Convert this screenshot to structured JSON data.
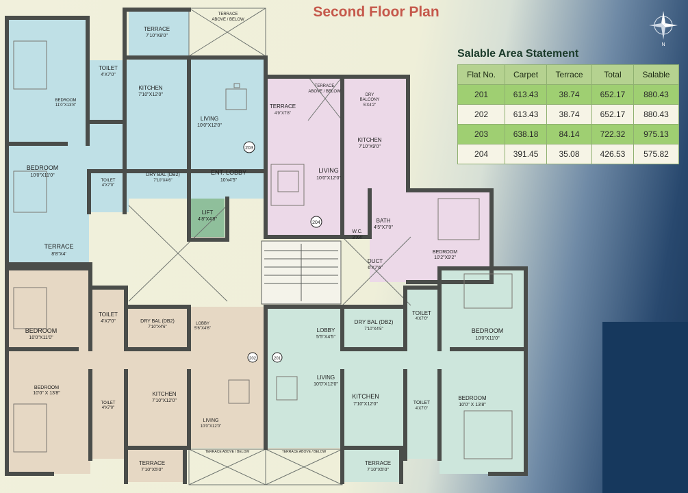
{
  "title": "Second Floor Plan",
  "area_statement": {
    "title": "Salable Area Statement",
    "headers": [
      "Flat No.",
      "Carpet",
      "Terrace",
      "Total",
      "Salable"
    ],
    "rows": [
      [
        "201",
        "613.43",
        "38.74",
        "652.17",
        "880.43"
      ],
      [
        "202",
        "613.43",
        "38.74",
        "652.17",
        "880.43"
      ],
      [
        "203",
        "638.18",
        "84.14",
        "722.32",
        "975.13"
      ],
      [
        "204",
        "391.45",
        "35.08",
        "426.53",
        "575.82"
      ]
    ]
  },
  "compass": {
    "north_label": "N"
  },
  "colors": {
    "flat_203": "#bfe0e6",
    "flat_204": "#ecd9e8",
    "flat_202": "#e6d8c4",
    "flat_201": "#cde6dc",
    "lift": "#8fbf9b",
    "wall": "#4a4d4a",
    "title": "#c5584b"
  },
  "rooms": {
    "terrace_top": {
      "name": "TERRACE",
      "dim": "7'10\"X8'0\""
    },
    "terrace_above_top": {
      "name": "TERRACE",
      "dim": "ABOVE / BELOW"
    },
    "bedroom_203a": {
      "name": "BEDROOM",
      "dim": "11'0\"X13'8\""
    },
    "toilet_203a": {
      "name": "TOILET",
      "dim": "4'X7'0\""
    },
    "kitchen_203": {
      "name": "KITCHEN",
      "dim": "7'10\"X12'0\""
    },
    "living_203": {
      "name": "LIVING",
      "dim": "10'0\"X12'0\""
    },
    "badge_203": "203",
    "bedroom_203b": {
      "name": "BEDROOM",
      "dim": "10'0\"X11'0\""
    },
    "toilet_203b": {
      "name": "TOILET",
      "dim": "4'X7'0\""
    },
    "drybal_203": {
      "name": "DRY BAL (DB2)",
      "dim": "7'10\"X4'6\""
    },
    "ent_lobby": {
      "name": "ENT. LOBBY",
      "dim": "10'x4'5\""
    },
    "terrace_203": {
      "name": "TERRACE",
      "dim": "8'8\"X4'"
    },
    "lift": {
      "name": "LIFT",
      "dim": "4'8\"X4'8\""
    },
    "terrace_204": {
      "name": "TERRACE",
      "dim": "4'9\"X7'8\""
    },
    "terrace_above_204": {
      "name": "TERRACE",
      "dim": "ABOVE / BELOW"
    },
    "dry_balcony_204": {
      "name": "DRY",
      "dim": "BALCONY",
      "dim2": "5'X4'2\""
    },
    "kitchen_204": {
      "name": "KITCHEN",
      "dim": "7'10\"X9'0\""
    },
    "living_204": {
      "name": "LIVING",
      "dim": "10'0\"X12'0\""
    },
    "badge_204": "204",
    "wc_204": {
      "name": "W.C.",
      "dim": "3'X4'"
    },
    "bath_204": {
      "name": "BATH",
      "dim": "4'5\"X7'0\""
    },
    "bedroom_204": {
      "name": "BEDROOM",
      "dim": "10'2\"X9'2\""
    },
    "duct": {
      "name": "DUCT",
      "dim": "6'X7'6\""
    },
    "bedroom_202a": {
      "name": "BEDROOM",
      "dim": "10'0\"X11'0\""
    },
    "toilet_202a": {
      "name": "TOILET",
      "dim": "4'X7'0\""
    },
    "drybal_202": {
      "name": "DRY BAL (DB2)",
      "dim": "7'10\"X4'6\""
    },
    "lobby_202": {
      "name": "LOBBY",
      "dim": "5'6\"X4'6\""
    },
    "lobby_201": {
      "name": "LOBBY",
      "dim": "5'5\"X4'5\""
    },
    "drybal_201": {
      "name": "DRY BAL (DB2)",
      "dim": "7'10\"X4'5\""
    },
    "toilet_201a": {
      "name": "TOILET",
      "dim": "4'X7'0\""
    },
    "bedroom_201a": {
      "name": "BEDROOM",
      "dim": "10'0\"X11'0\""
    },
    "bedroom_202b": {
      "name": "BEDROOM",
      "dim": "10'0\" X 13'8\""
    },
    "toilet_202b": {
      "name": "TOILET",
      "dim": "4'X7'0\""
    },
    "kitchen_202": {
      "name": "KITCHEN",
      "dim": "7'10\"X12'0\""
    },
    "living_202": {
      "name": "LIVING",
      "dim": "10'0\"X12'0\""
    },
    "badge_202": "202",
    "badge_201": "201",
    "living_201": {
      "name": "LIVING",
      "dim": "10'0\"X12'0\""
    },
    "kitchen_201": {
      "name": "KITCHEN",
      "dim": "7'10\"X12'0\""
    },
    "toilet_201b": {
      "name": "TOILET",
      "dim": "4'X7'0\""
    },
    "bedroom_201b": {
      "name": "BEDROOM",
      "dim": "10'0\" X 13'8\""
    },
    "terrace_202": {
      "name": "TERRACE",
      "dim": "7'10\"X5'0\""
    },
    "terrace_above_bottom1": {
      "name": "TERRACE ABOVE / BELOW"
    },
    "terrace_above_bottom2": {
      "name": "TERRACE ABOVE / BELOW"
    },
    "terrace_201": {
      "name": "TERRACE",
      "dim": "7'10\"X5'0\""
    }
  }
}
